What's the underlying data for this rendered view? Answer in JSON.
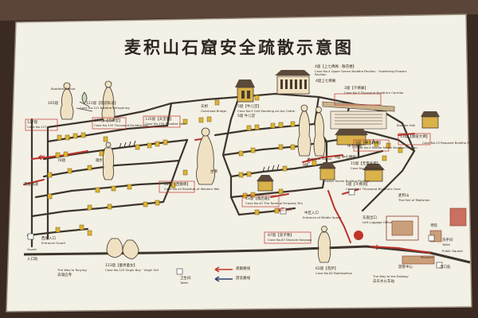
{
  "title": "麦积山石窟安全疏散示意图",
  "colors": {
    "wall": "#3a2a22",
    "board": "#f3f0e6",
    "route": "#b8322b",
    "walkway": "#3d352c",
    "cave": "#e0b52f",
    "legend_arrow_red": "#c0342a",
    "legend_arrow_blue": "#2c3e6b"
  },
  "legend": {
    "item1": "疏散路线",
    "item2": "游览路线"
  },
  "labels": {
    "t_cave4_cn": "4窟【上七佛阁 · 散花楼】",
    "t_cave4_en": "Cave No.4 Upper Seven Buddha Pavilion · Scattering Flowers Pavilion",
    "t_cave4_up": "4窟上七佛阁",
    "t_cave3_cn": "3窟【千佛廊】",
    "t_cave3_en": "Cave No.3 Thousand Buddha's Corridor",
    "t_cave5_cn": "5窟【牛儿堂】",
    "t_cave5_en": "Cave No.5 Calf Standing on the Cattle",
    "t_cave5_sub": "5窟 牛儿堂",
    "t_bridge": "Overhead Bridge",
    "t_bridge_cn": "天桥",
    "t_cave9_cn": "9窟【中七佛阁】",
    "t_cave9_en": "Cave No.9 Middle Seven Buddha Pavilion",
    "t_cave9_sub": "9窟 中七佛阁",
    "t_cave1_cn": "1窟【千佛洞】",
    "t_cave1_en": "Cave No.1 Thousand Buddha's Cave",
    "t_cave13": "13窟【摩崖大佛】",
    "t_cave13_en": "Cave No.13 Reposed Buddha Statue",
    "t_cave133": "133窟【万佛堂】",
    "t_cave133_en": "Cave No.133 Thousand Buddha Hall",
    "t_cave127": "127窟",
    "t_cave127_en": "Cave No.127",
    "t_cave135": "135窟【天堂洞】",
    "t_cave135_en": "Cave No.135 Paradise Hole",
    "t_cave98": "98窟【西崖大佛】",
    "t_cave98_en": "Cave No.98 Buddha Statue",
    "t_cave44": "44窟【西魏佛】",
    "t_cave44_en": "Cave No.44 Buddhas of Western Wei",
    "t_cave43": "43窟【魏后墓】",
    "t_cave43_en": "Cave No.43 The Tomb of Empress Yifu",
    "t_cave165": "165窟",
    "t_cave121": "121窟【窃窃私语】",
    "t_cave121_en": "Cave No.121 Buddha Whispering",
    "t_cave78": "78窟",
    "t_cave78_en": "Cave No.78 Buddha",
    "t_cave87": "87窟【弟子像】",
    "t_cave87_en": "Cave No.87 Disciple Kasyapa",
    "t_cave123": "123窟【童男童女】",
    "t_cave123_en": "Cave No.123 Virgin Boy · Virgin Girl",
    "t_cave62": "62窟【菩萨】",
    "t_cave62_en": "Cave No.62 Bodhisattva",
    "t_mid_entry": "中区入口",
    "t_mid_entry_en": "Entrance of Middle Space",
    "t_mid_entry2": "中区入口",
    "t_west_entry": "西崖入口",
    "t_west_entry_en": "Entrance Guard",
    "t_east_exit": "东崖出口",
    "t_east_exit_en": "Left Luggage Office",
    "t_majia": "The Hall of Maijishan",
    "t_majia_cn": "麦积山",
    "t_museum": "Museum",
    "t_toilet": "Toilet",
    "t_toilet_cn": "卫生间",
    "t_toilet2_cn": "洗手间",
    "t_toilet2": "Toilet",
    "t_public": "Public Square",
    "t_railway": "The Way to the Railway",
    "t_railway_cn": "去天水火车站",
    "t_rui": "The Way to Ruiying",
    "t_rui_cn": "去瑞应寺",
    "t_entry_office": "Entrance Guard",
    "t_entry_office_cn": "入口处",
    "t_exit": "出口处",
    "t_inventory": "寺院",
    "t_monk": "游客中心",
    "t_statue_label": "Buddhist Statue",
    "t_sitting": "坐佛",
    "t_cave9b": "9窟",
    "t_cave15": "15窟【无量寿佛】",
    "t_cave15_en": "Cave No.15 Amitabha",
    "t_south_stair": "南崖栈道",
    "t_guard": "Guard",
    "t_cave_mid": "中七佛阁",
    "t_cave_lower": "Lower Seven Buddha Pavilion",
    "t_bhudda_hall": "Buddha Hall",
    "t_bodhi": "Buddhist Statue",
    "t_steps": "踏步"
  }
}
